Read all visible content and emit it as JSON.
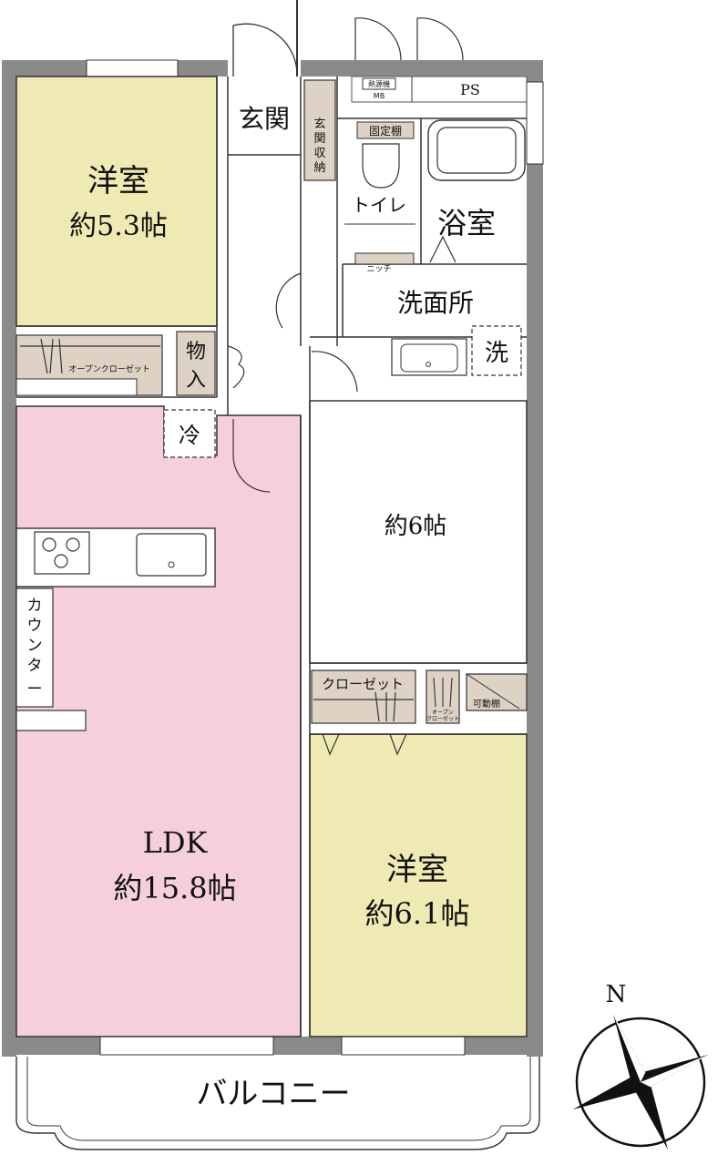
{
  "rooms": {
    "western_nw": {
      "name": "洋室",
      "size": "約5.3帖"
    },
    "entrance": "玄関",
    "entrance_storage": [
      "玄",
      "関",
      "収",
      "納"
    ],
    "fixed_shelf": "固定棚",
    "toilet": "トイレ",
    "bath": "浴室",
    "niche": "ニッチ",
    "washroom": "洗面所",
    "washer": "洗",
    "storage": [
      "物",
      "入"
    ],
    "fridge": "冷",
    "bedroom_mid": {
      "size": "約6帖"
    },
    "ldk": {
      "name": "LDK",
      "size": "約15.8帖"
    },
    "counter": [
      "カ",
      "ウ",
      "ン",
      "タ",
      "ー"
    ],
    "closet": "クローゼット",
    "open_closet_left": "オープンクローゼット",
    "open_closet_small": [
      "オープン",
      "クローゼット"
    ],
    "movable_shelf": "可動棚",
    "western_se": {
      "name": "洋室",
      "size": "約6.1帖"
    },
    "balcony": "バルコニー",
    "meter_box": {
      "label": "熱源機",
      "sub": "MB"
    },
    "pipe_space": "PS"
  },
  "compass": {
    "north_label": "N",
    "rotation_deg": -22
  },
  "colors": {
    "wall": "#8a8a8a",
    "western_room": "#efeab4",
    "ldk": "#f6cfdf",
    "storage": "#ddd2c4",
    "background": "#ffffff"
  }
}
